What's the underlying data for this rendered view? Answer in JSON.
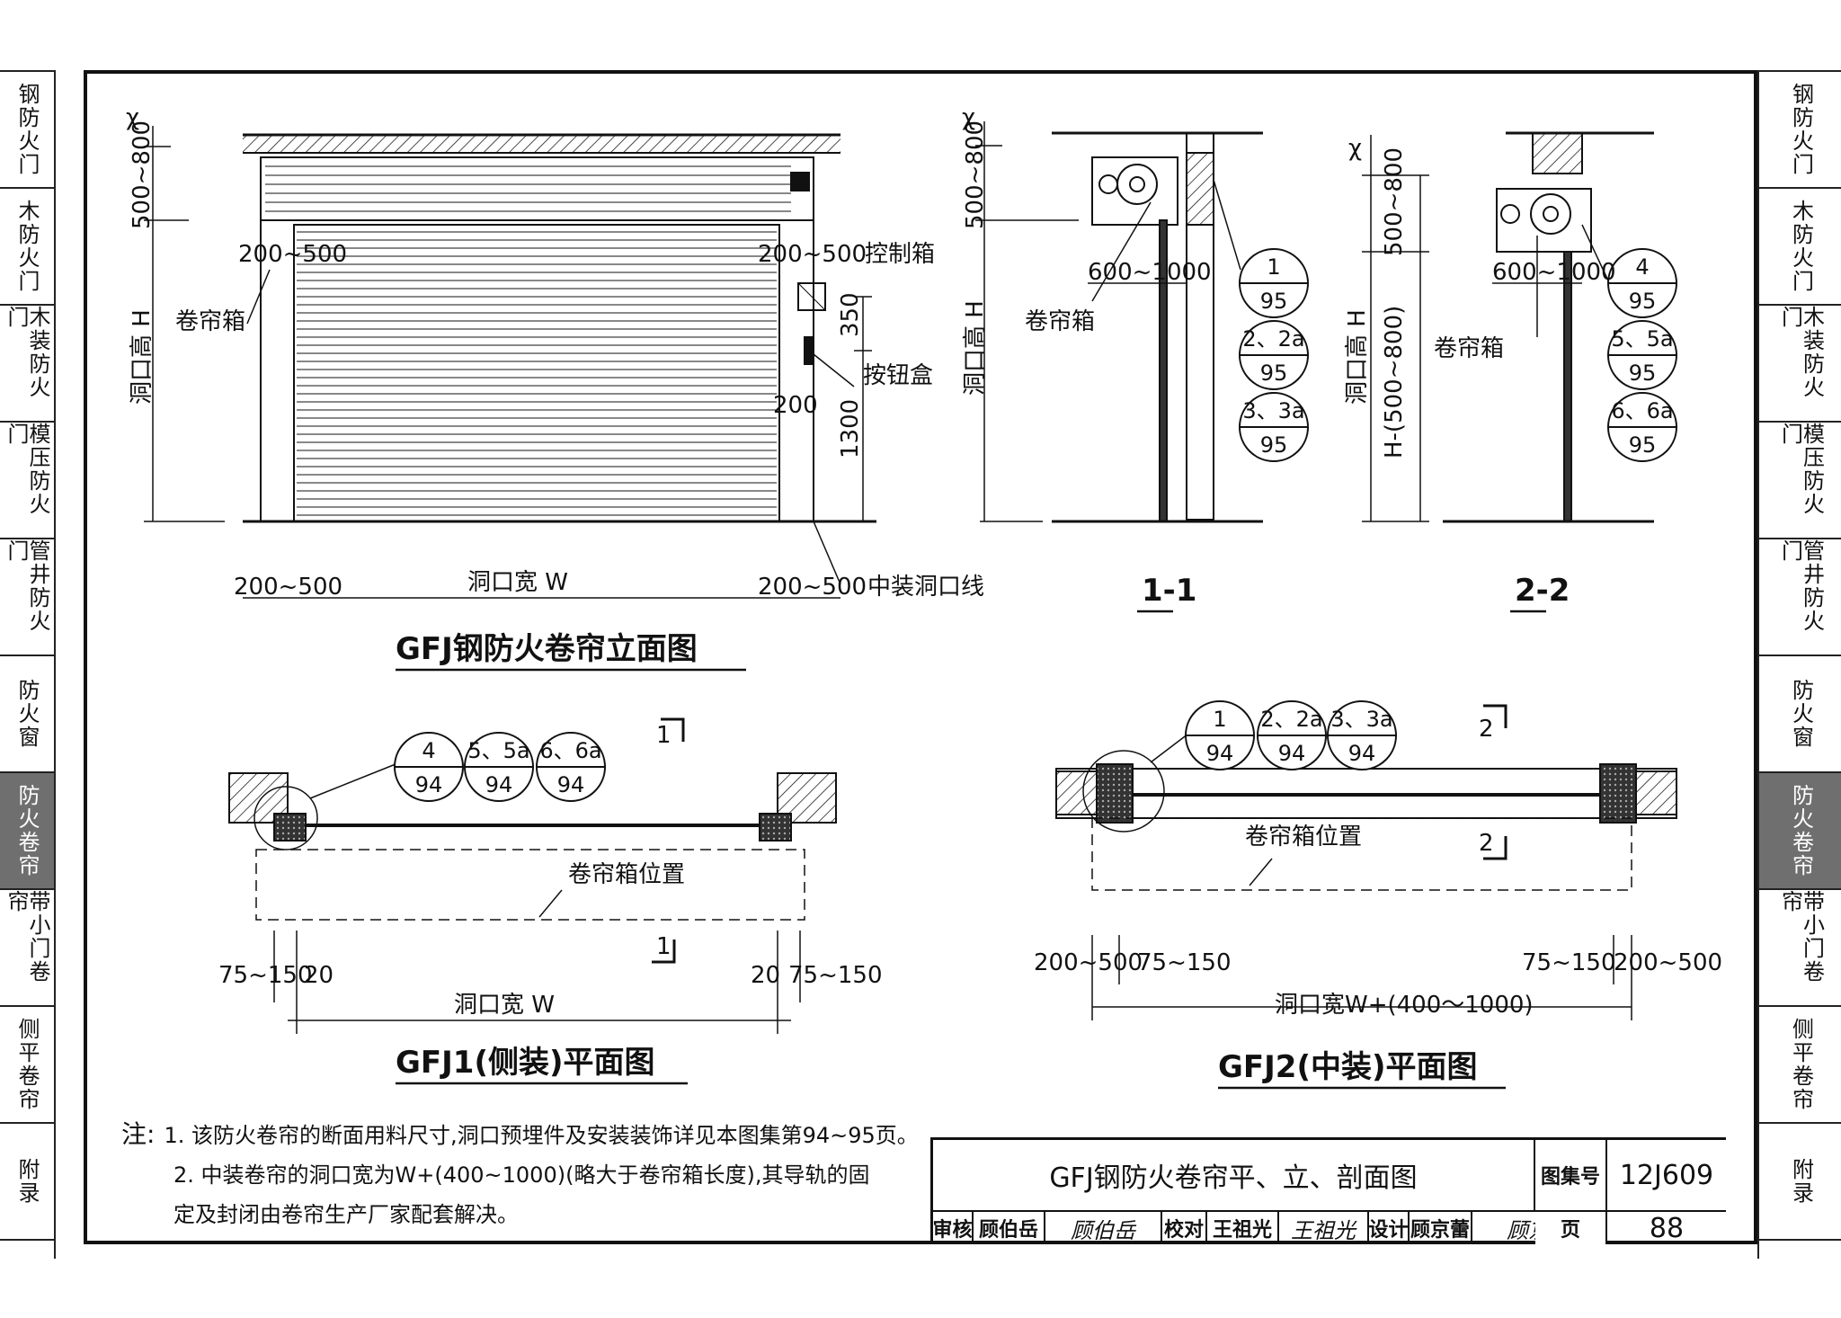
{
  "side_tabs": [
    "钢防火门",
    "木防火门",
    "木装防火门",
    "模压防火门",
    "管井防火门",
    "防火窗",
    "防火卷帘",
    "带小门卷帘",
    "侧平卷帘",
    "附录"
  ],
  "active_tab": "防火卷帘",
  "elevation": {
    "title": "GFJ钢防火卷帘立面图",
    "dim_500_800": "500~800",
    "dim_x": "χ",
    "dim_h": "洞口高 H",
    "dim_200_500_left": "200~500",
    "dim_200_500_right": "200~500",
    "control_box": "控制箱",
    "dim_350": "350",
    "button_box": "按钮盒",
    "dim_200": "200",
    "dim_1300": "1300",
    "roller_box": "卷帘箱",
    "bottom_200_500_left": "200~500",
    "bottom_width": "洞口宽 W",
    "bottom_200_500_right": "200~500",
    "center_line": "中装洞口线"
  },
  "section1": {
    "title": "1-1",
    "dim_x": "χ",
    "dim_500_800": "500~800",
    "dim_h": "洞口高 H",
    "dim_600_1000": "600~1000",
    "roller_box": "卷帘箱",
    "refs": [
      {
        "top": "1",
        "bottom": "95"
      },
      {
        "top": "2、2a",
        "bottom": "95"
      },
      {
        "top": "3、3a",
        "bottom": "95"
      }
    ]
  },
  "section2": {
    "title": "2-2",
    "dim_x": "χ",
    "dim_500_800": "500~800",
    "dim_h": "洞口高 H",
    "dim_h2": "H-(500~800)",
    "dim_600_1000": "600~1000",
    "roller_box": "卷帘箱",
    "refs": [
      {
        "top": "4",
        "bottom": "95"
      },
      {
        "top": "5、5a",
        "bottom": "95"
      },
      {
        "top": "6、6a",
        "bottom": "95"
      }
    ]
  },
  "plan1": {
    "title": "GFJ1(侧装)平面图",
    "refs": [
      {
        "top": "4",
        "bottom": "94"
      },
      {
        "top": "5、5a",
        "bottom": "94"
      },
      {
        "top": "6、6a",
        "bottom": "94"
      }
    ],
    "cut_top": "1",
    "cut_bottom": "1",
    "box_position": "卷帘箱位置",
    "dim_left": "75~150",
    "dim_left_20": "20",
    "dim_right_20": "20",
    "dim_right": "75~150",
    "width": "洞口宽 W"
  },
  "plan2": {
    "title": "GFJ2(中装)平面图",
    "refs": [
      {
        "top": "1",
        "bottom": "94"
      },
      {
        "top": "2、2a",
        "bottom": "94"
      },
      {
        "top": "3、3a",
        "bottom": "94"
      }
    ],
    "cut_top": "2",
    "cut_bottom": "2",
    "box_position": "卷帘箱位置",
    "dim_200_500_left": "200~500",
    "dim_75_150_left": "75~150",
    "dim_75_150_right": "75~150",
    "dim_200_500_right": "200~500",
    "width": "洞口宽W+(400～1000)"
  },
  "notes": {
    "label": "注:",
    "line1": "1. 该防火卷帘的断面用料尺寸,洞口预埋件及安装装饰详见本图集第94~95页。",
    "line2": "2. 中装卷帘的洞口宽为W+(400~1000)(略大于卷帘箱长度),其导轨的固",
    "line3": "定及封闭由卷帘生产厂家配套解决。"
  },
  "title_block": {
    "drawing_title": "GFJ钢防火卷帘平、立、剖面图",
    "atlas_label": "图集号",
    "atlas_no": "12J609",
    "review_label": "审核",
    "reviewer": "顾伯岳",
    "reviewer_sig": "顾伯岳",
    "check_label": "校对",
    "checker": "王祖光",
    "checker_sig": "王祖光",
    "design_label": "设计",
    "designer": "顾京蕾",
    "designer_sig": "顾京蕾",
    "page_label": "页",
    "page_no": "88"
  }
}
